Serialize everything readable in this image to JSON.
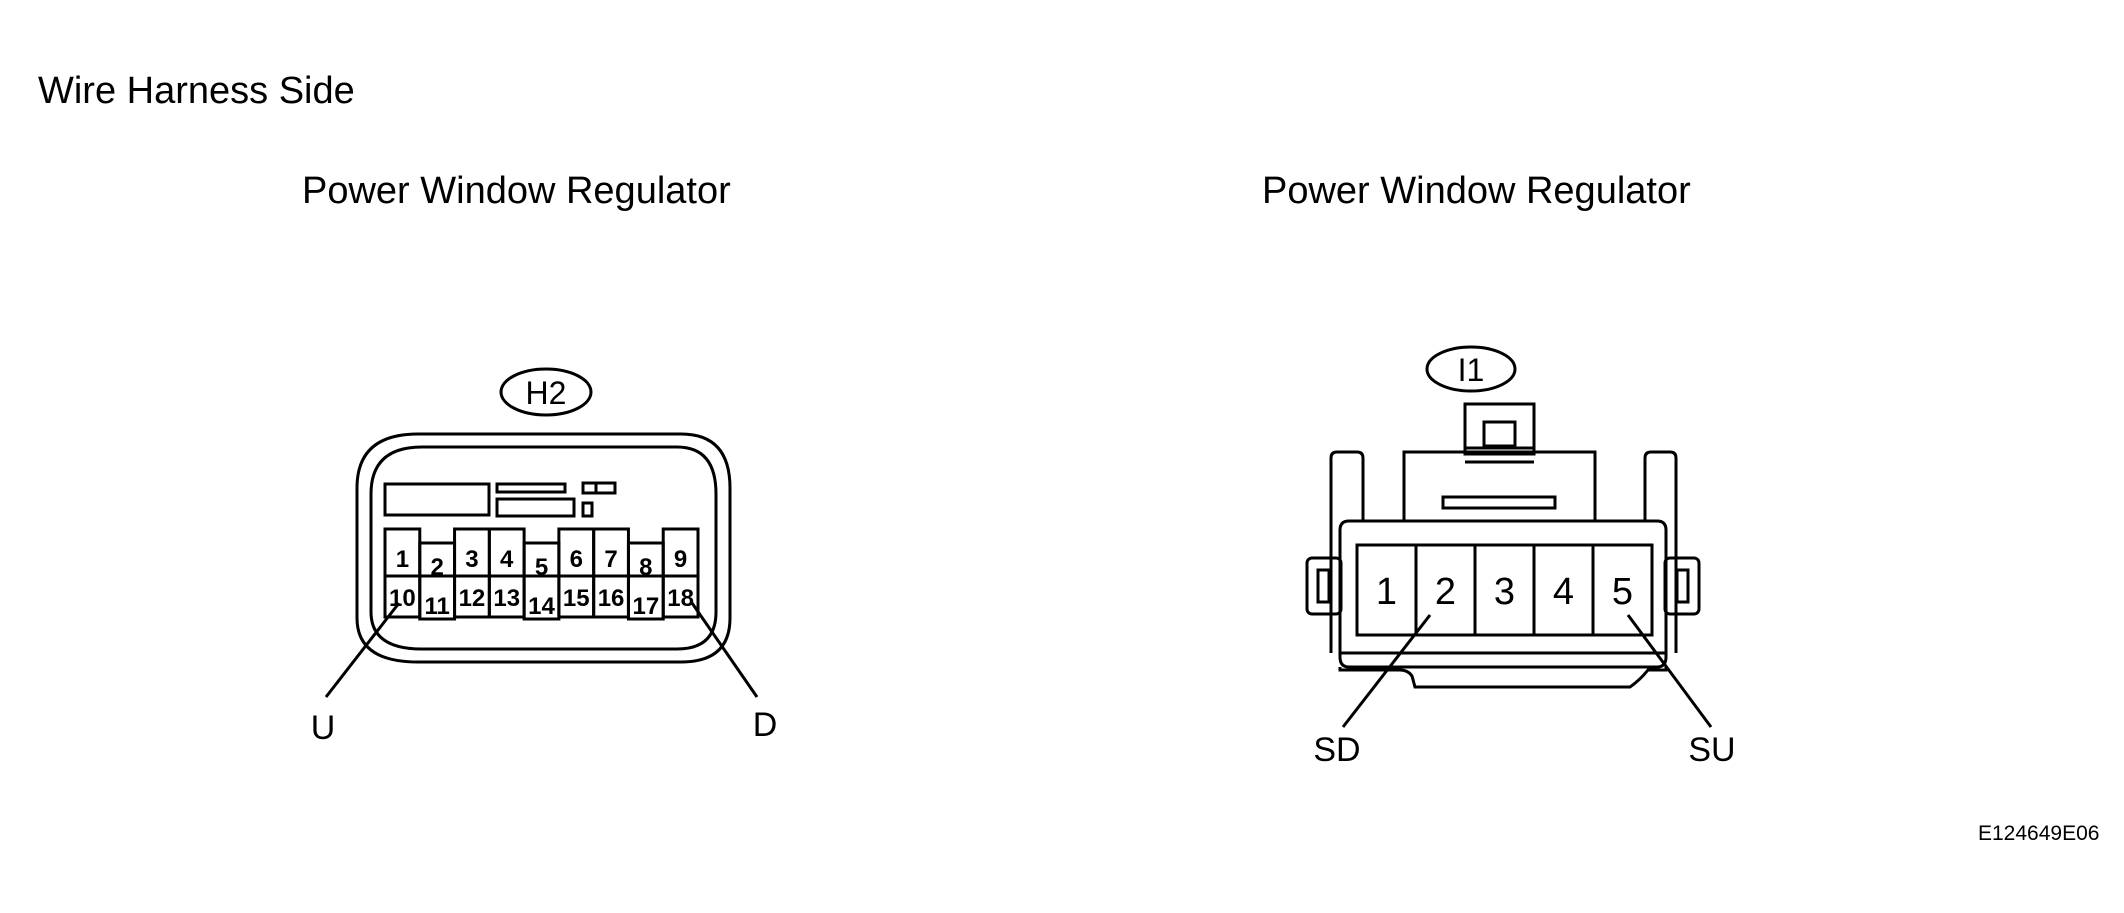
{
  "header": "Wire Harness Side",
  "image_code": "E124649E06",
  "connectors": [
    {
      "title": "Power Window Regulator",
      "id": "H2",
      "top_row": [
        "1",
        "2",
        "3",
        "4",
        "5",
        "6",
        "7",
        "8",
        "9"
      ],
      "bottom_row": [
        "10",
        "11",
        "12",
        "13",
        "14",
        "15",
        "16",
        "17",
        "18"
      ],
      "callouts": [
        {
          "terminal": "10",
          "label": "U"
        },
        {
          "terminal": "18",
          "label": "D"
        }
      ]
    },
    {
      "title": "Power Window Regulator",
      "id": "I1",
      "pins": [
        "1",
        "2",
        "3",
        "4",
        "5"
      ],
      "callouts": [
        {
          "terminal": "2",
          "label": "SD"
        },
        {
          "terminal": "5",
          "label": "SU"
        }
      ]
    }
  ]
}
